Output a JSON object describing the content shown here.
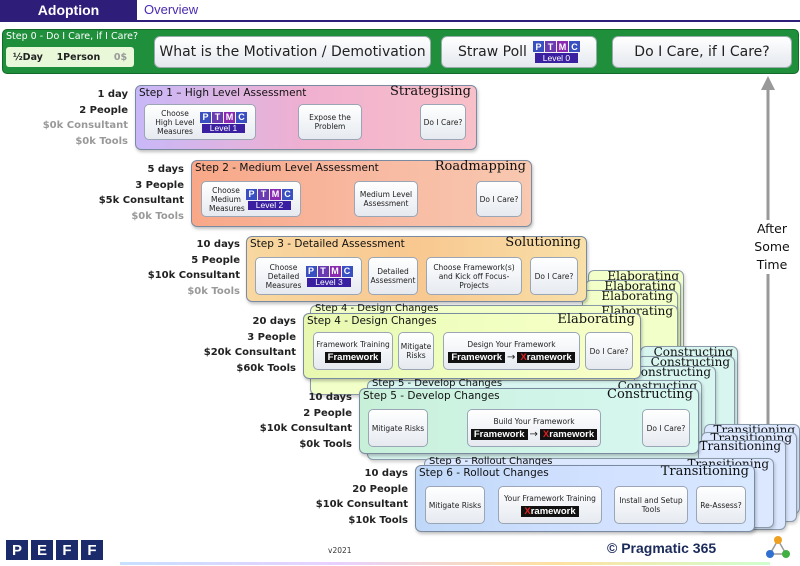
{
  "header": {
    "section": "Adoption",
    "subsection": "Overview"
  },
  "step0": {
    "title": "Step 0 - Do I Care, if I Care?",
    "stats": [
      "½Day",
      "1Person",
      "0$"
    ],
    "box1": "What is the Motivation / Demotivation",
    "box2": "Straw Poll",
    "box2_level": "Level 0",
    "box3": "Do I Care, if I Care?"
  },
  "ptmc": {
    "letters": [
      "P",
      "T",
      "M",
      "C"
    ],
    "colors": [
      "#3a4fc0",
      "#6a3ab0",
      "#8a2ab0",
      "#3a4fc0"
    ]
  },
  "steps": [
    {
      "title": "Step 1 – High Level Assessment",
      "phase": "Strategising",
      "stats": [
        "1 day",
        "2 People",
        "$0k Consultant",
        "$0k Tools"
      ],
      "gray": [
        false,
        false,
        true,
        true
      ],
      "b1": "Choose High Level Measures",
      "b1_level": "Level 1",
      "b2": "Expose the Problem",
      "b3": "Do I Care?"
    },
    {
      "title": "Step 2 - Medium Level Assessment",
      "phase": "Roadmapping",
      "stats": [
        "5 days",
        "3 People",
        "$5k Consultant",
        "$0k Tools"
      ],
      "gray": [
        false,
        false,
        false,
        true
      ],
      "b1": "Choose Medium Measures",
      "b1_level": "Level 2",
      "b2": "Medium Level Assessment",
      "b3": "Do I Care?"
    },
    {
      "title": "Step 3 - Detailed Assessment",
      "phase": "Solutioning",
      "stats": [
        "10 days",
        "5 People",
        "$10k Consultant",
        "$0k Tools"
      ],
      "gray": [
        false,
        false,
        false,
        true
      ],
      "b1": "Choose Detailed Measures",
      "b1_level": "Level 3",
      "b2": "Detailed Assessment",
      "b3": "Choose Framework(s) and Kick off Focus-Projects",
      "b4": "Do I Care?"
    },
    {
      "title": "Step 4 - Design Changes",
      "phase": "Elaborating",
      "stats": [
        "20 days",
        "3 People",
        "$20k Consultant",
        "$60k Tools"
      ],
      "gray": [
        false,
        false,
        false,
        false
      ],
      "b1": "Framework Training",
      "b2": "Mitigate Risks",
      "b3": "Design Your Framework",
      "b4": "Do I Care?"
    },
    {
      "title": "Step 5 - Develop Changes",
      "phase": "Constructing",
      "stats": [
        "10 days",
        "2 People",
        "$10k Consultant",
        "$0k Tools"
      ],
      "gray": [
        false,
        false,
        false,
        false
      ],
      "b1": "Mitigate Risks",
      "b2": "Build Your Framework",
      "b3": "Do I Care?"
    },
    {
      "title": "Step 6 - Rollout Changes",
      "phase": "Transitioning",
      "stats": [
        "10 days",
        "20 People",
        "$10k Consultant",
        "$10k Tools"
      ],
      "gray": [
        false,
        false,
        false,
        false
      ],
      "b1": "Mitigate Risks",
      "b2": "Your Framework Training",
      "b3": "Install and Setup Tools",
      "b4": "Re-Assess?"
    }
  ],
  "framework": {
    "word": "Framework",
    "xword_x": "X",
    "xword_rest": "ramework",
    "arrow": "→"
  },
  "after": [
    "After",
    "Some",
    "Time"
  ],
  "footer": {
    "logo": [
      "P",
      "E",
      "F",
      "F"
    ],
    "version": "v2021",
    "copyright": "© Pragmatic 365"
  }
}
